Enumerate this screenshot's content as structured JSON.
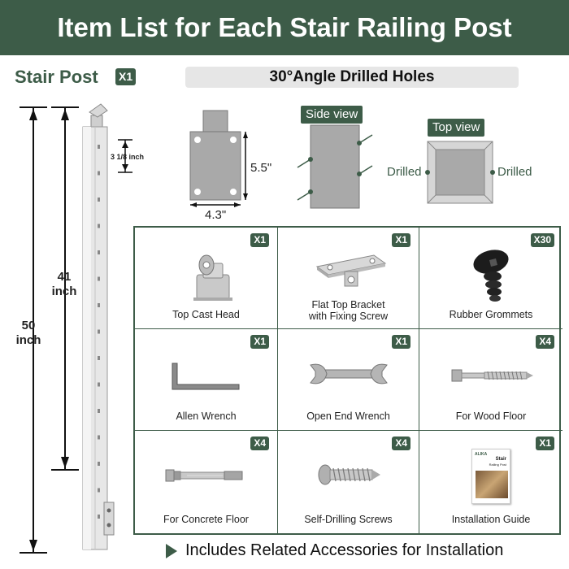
{
  "header": {
    "title": "Item List for Each Stair Railing Post"
  },
  "post": {
    "label": "Stair Post",
    "qty": "X1",
    "dim_50": "50\ninch",
    "dim_41": "41\ninch",
    "dim_top": "3 1/8 inch"
  },
  "holes": {
    "title": "30°Angle Drilled Holes",
    "width": "4.3\"",
    "height": "5.5\"",
    "side_view": "Side view",
    "top_view": "Top view",
    "drilled_left": "Drilled",
    "drilled_right": "Drilled"
  },
  "items": [
    {
      "name": "Top Cast Head",
      "qty": "X1",
      "icon": "cast-head-icon"
    },
    {
      "name": "Flat Top Bracket\nwith Fixing Screw",
      "qty": "X1",
      "icon": "bracket-icon"
    },
    {
      "name": "Rubber Grommets",
      "qty": "X30",
      "icon": "grommet-icon"
    },
    {
      "name": "Allen Wrench",
      "qty": "X1",
      "icon": "allen-wrench-icon"
    },
    {
      "name": "Open End Wrench",
      "qty": "X1",
      "icon": "open-end-wrench-icon"
    },
    {
      "name": "For Wood Floor",
      "qty": "X4",
      "icon": "lag-screw-icon"
    },
    {
      "name": "For Concrete Floor",
      "qty": "X4",
      "icon": "anchor-bolt-icon"
    },
    {
      "name": "Self-Drilling Screws",
      "qty": "X4",
      "icon": "self-drilling-screw-icon"
    },
    {
      "name": "Installation Guide",
      "qty": "X1",
      "icon": "guide-booklet-icon"
    }
  ],
  "guide": {
    "brand": "ALIKA",
    "title": "Stair",
    "subtitle": "Railing Post"
  },
  "footer": {
    "text": "Includes Related Accessories for Installation"
  },
  "colors": {
    "accent": "#3d5c48",
    "bar": "#e6e6e6"
  }
}
